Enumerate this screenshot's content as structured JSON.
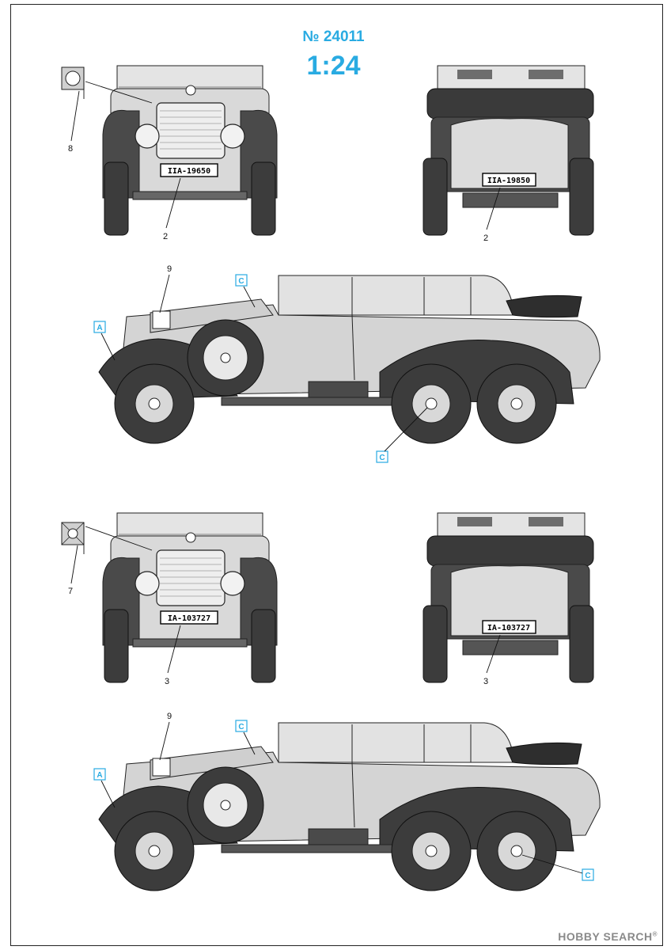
{
  "header": {
    "catalog_number": "№ 24011",
    "scale": "1:24"
  },
  "colors": {
    "accent": "#29abe2",
    "body_light": "#d9d9d9",
    "body_dark": "#4a4a4a",
    "tire": "#3c3c3c",
    "line": "#222222"
  },
  "variants": [
    {
      "plate_front": "IIA-19650",
      "plate_rear": "IIA-19850",
      "callout_front_plate": "2",
      "callout_rear_plate": "2",
      "callout_flag": "8",
      "callout_side_flag": "9",
      "callout_letters": [
        "A",
        "C",
        "C"
      ]
    },
    {
      "plate_front": "IA-103727",
      "plate_rear": "IA-103727",
      "callout_front_plate": "3",
      "callout_rear_plate": "3",
      "callout_flag": "7",
      "callout_side_flag": "9",
      "callout_letters": [
        "A",
        "C",
        "C"
      ]
    }
  ],
  "watermark": {
    "brand": "HOBBY SEARCH",
    "reg_mark": "®"
  }
}
